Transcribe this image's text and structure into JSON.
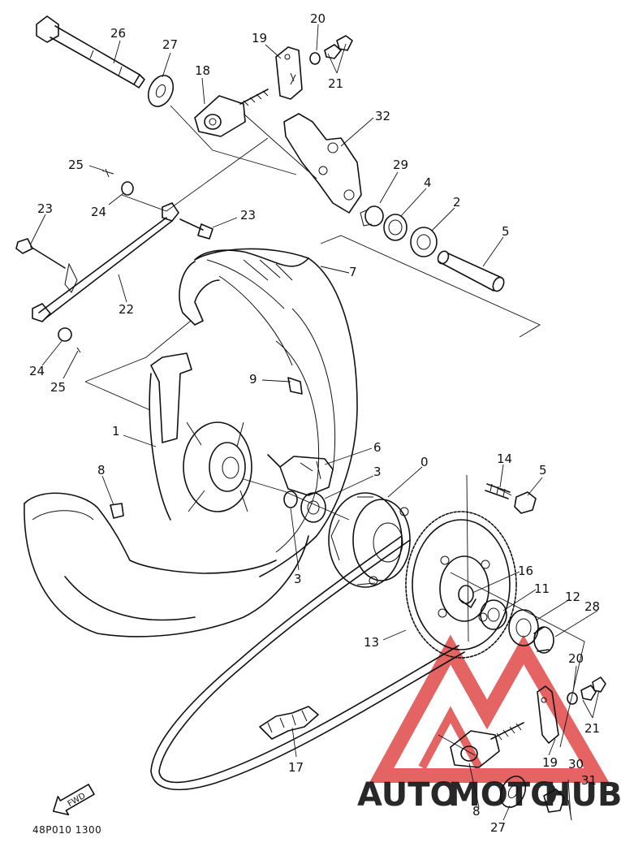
{
  "diagram": {
    "code": "48P010 1300",
    "fwd_label": "FWD",
    "callouts": [
      {
        "id": "c26",
        "text": "26"
      },
      {
        "id": "c27a",
        "text": "27"
      },
      {
        "id": "c18",
        "text": "18"
      },
      {
        "id": "c19a",
        "text": "19"
      },
      {
        "id": "c20a",
        "text": "20"
      },
      {
        "id": "c21a",
        "text": "21"
      },
      {
        "id": "c32",
        "text": "32"
      },
      {
        "id": "c29",
        "text": "29"
      },
      {
        "id": "c4",
        "text": "4"
      },
      {
        "id": "c2",
        "text": "2"
      },
      {
        "id": "c5a",
        "text": "5"
      },
      {
        "id": "c7",
        "text": "7"
      },
      {
        "id": "c25a",
        "text": "25"
      },
      {
        "id": "c24a",
        "text": "24"
      },
      {
        "id": "c23a",
        "text": "23"
      },
      {
        "id": "c23b",
        "text": "23"
      },
      {
        "id": "c22",
        "text": "22"
      },
      {
        "id": "c24b",
        "text": "24"
      },
      {
        "id": "c25b",
        "text": "25"
      },
      {
        "id": "c9",
        "text": "9"
      },
      {
        "id": "c1",
        "text": "1"
      },
      {
        "id": "c6",
        "text": "6"
      },
      {
        "id": "c8a",
        "text": "8"
      },
      {
        "id": "c3a",
        "text": "3"
      },
      {
        "id": "c10",
        "text": "0"
      },
      {
        "id": "c3b",
        "text": "3"
      },
      {
        "id": "c14",
        "text": "14"
      },
      {
        "id": "c5b",
        "text": "5"
      },
      {
        "id": "c16",
        "text": "16"
      },
      {
        "id": "c11",
        "text": "11"
      },
      {
        "id": "c12",
        "text": "12"
      },
      {
        "id": "c28",
        "text": "28"
      },
      {
        "id": "c13",
        "text": "13"
      },
      {
        "id": "c20b",
        "text": "20"
      },
      {
        "id": "c21b",
        "text": "21"
      },
      {
        "id": "c17",
        "text": "17"
      },
      {
        "id": "c19b",
        "text": "19"
      },
      {
        "id": "c30",
        "text": "30"
      },
      {
        "id": "c31",
        "text": "31"
      },
      {
        "id": "c8b",
        "text": "8"
      },
      {
        "id": "c27b",
        "text": "27"
      }
    ]
  },
  "watermark": {
    "part1": "AUTO",
    "part2": "MOTO",
    "part3": "HUB",
    "color_red": "#e04848",
    "color_orange": "#f0a030",
    "color_gray": "#555555"
  }
}
